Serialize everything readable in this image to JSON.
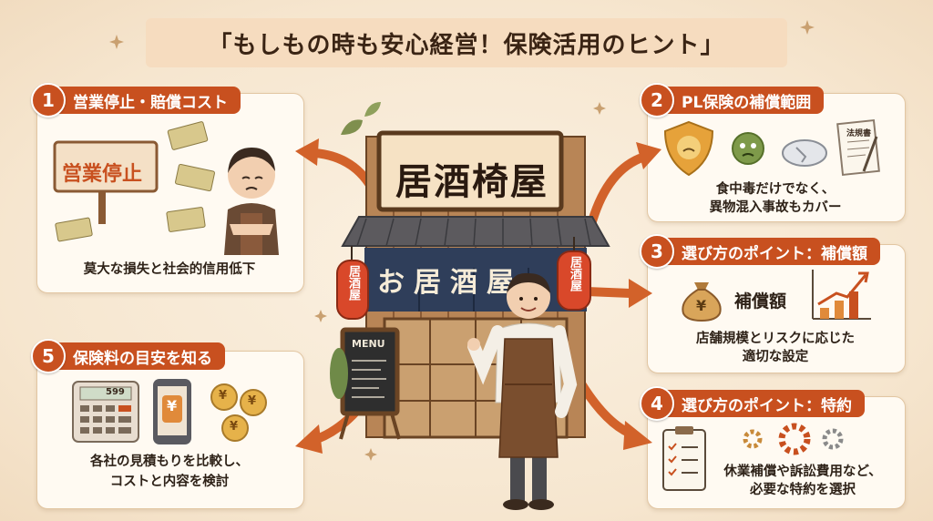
{
  "title": "「もしもの時も安心経営！保険活用のヒント」",
  "cards": [
    {
      "number": "1",
      "heading": "営業停止・賠償コスト",
      "text": "莫大な損失と社会的信用低下",
      "sign": "営業停止"
    },
    {
      "number": "2",
      "heading": "PL保険の補償範囲",
      "text_lines": [
        "食中毒だけでなく、",
        "異物混入事故もカバー"
      ],
      "doc_label": "法規書"
    },
    {
      "number": "3",
      "heading": "選び方のポイント：補償額",
      "text_lines": [
        "店舗規模とリスクに応じた",
        "適切な設定"
      ],
      "amount_label": "補償額",
      "yen": "¥"
    },
    {
      "number": "4",
      "heading": "選び方のポイント：特約",
      "text_lines": [
        "休業補償や訴訟費用など、",
        "必要な特約を選択"
      ]
    },
    {
      "number": "5",
      "heading": "保険料の目安を知る",
      "text_lines": [
        "各社の見積もりを比較し、",
        "コストと内容を検討"
      ],
      "calc_display": "599",
      "yen": "¥"
    }
  ],
  "shop": {
    "sign": "居酒椅屋",
    "noren": "お居酒屋",
    "lantern": "居酒屋",
    "menu": "MENU"
  },
  "colors": {
    "accent": "#c8501f",
    "card_bg": "#fffaf2",
    "wood": "#8a5a34"
  }
}
